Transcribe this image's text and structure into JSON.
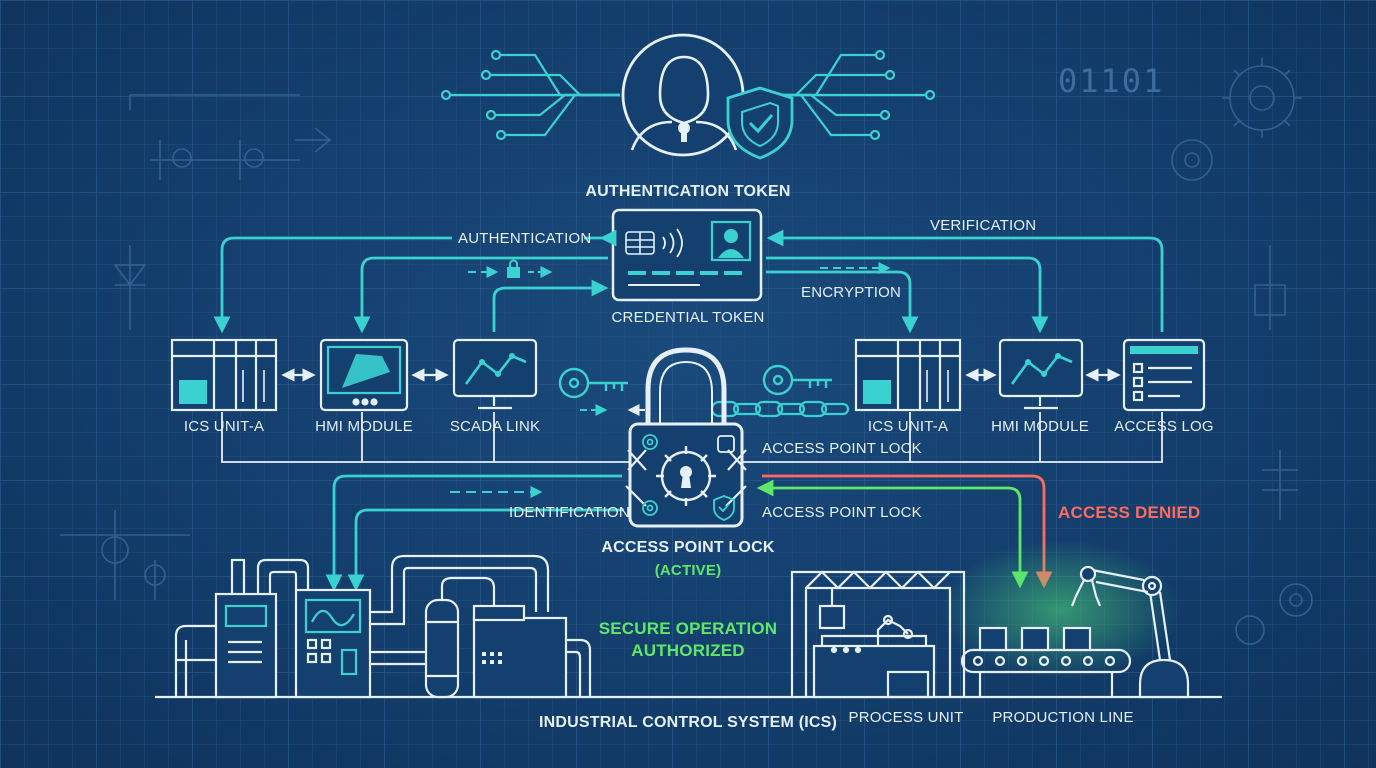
{
  "colors": {
    "background": "#14406f",
    "grid": "#2a5a8c",
    "line": "#e6f0fa",
    "accent": "#3ad1d1",
    "granted": "#5ee86a",
    "denied": "#ff6b5e"
  },
  "decor": {
    "binary": "01101"
  },
  "auth_token": {
    "title": "AUTHENTICATION TOKEN",
    "caption": "CREDENTIAL TOKEN"
  },
  "flows": {
    "authentication": "AUTHENTICATION",
    "verification": "VERIFICATION",
    "encryption": "ENCRYPTION",
    "identification": "IDENTIFICATION"
  },
  "left_modules": [
    {
      "label": "ICS UNIT-A",
      "icon": "server-rack-icon"
    },
    {
      "label": "HMI MODULE",
      "icon": "hmi-display-icon"
    },
    {
      "label": "SCADA LINK",
      "icon": "monitor-chart-icon"
    }
  ],
  "right_modules": [
    {
      "label": "ICS UNIT-A",
      "icon": "server-rack-icon"
    },
    {
      "label": "HMI MODULE",
      "icon": "monitor-chart-icon"
    },
    {
      "label": "ACCESS LOG",
      "icon": "log-list-icon"
    }
  ],
  "lock": {
    "side_label_top": "ACCESS POINT LOCK",
    "side_label_bottom": "ACCESS POINT LOCK",
    "title": "ACCESS POINT LOCK",
    "status": "(ACTIVE)"
  },
  "status": {
    "secure_line1": "SECURE OPERATION",
    "secure_line2": "AUTHORIZED",
    "denied": "ACCESS DENIED"
  },
  "bottom": {
    "ics": "INDUSTRIAL CONTROL SYSTEM (ICS)",
    "process_unit": "PROCESS UNIT",
    "production_line": "PRODUCTION LINE"
  }
}
